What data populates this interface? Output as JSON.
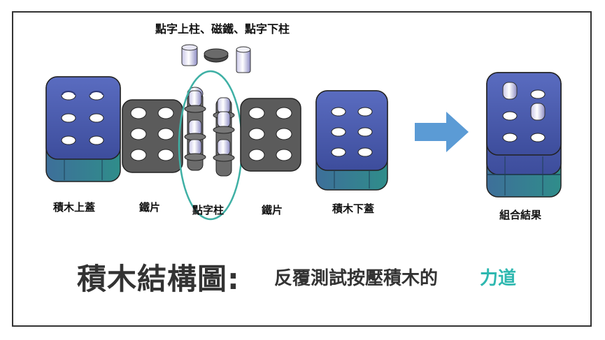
{
  "header_label": "點字上柱、磁鐵、點字下柱",
  "labels": {
    "top_cover": "積木上蓋",
    "iron_sheet_left": "鐵片",
    "pillar": "點字柱",
    "iron_sheet_right": "鐵片",
    "bottom_cover": "積木下蓋",
    "result": "組合結果"
  },
  "title": {
    "main": "積木結構圖:",
    "sub": "反覆測試按壓積木的",
    "accent": "力道"
  },
  "colors": {
    "block_blue": "#4a5aa8",
    "block_teal": "#3f7f95",
    "sheet_gray": "#5d5d5d",
    "ellipse": "#3fb0a5",
    "arrow": "#5b9bd5",
    "accent_text": "#2eb8b0"
  }
}
